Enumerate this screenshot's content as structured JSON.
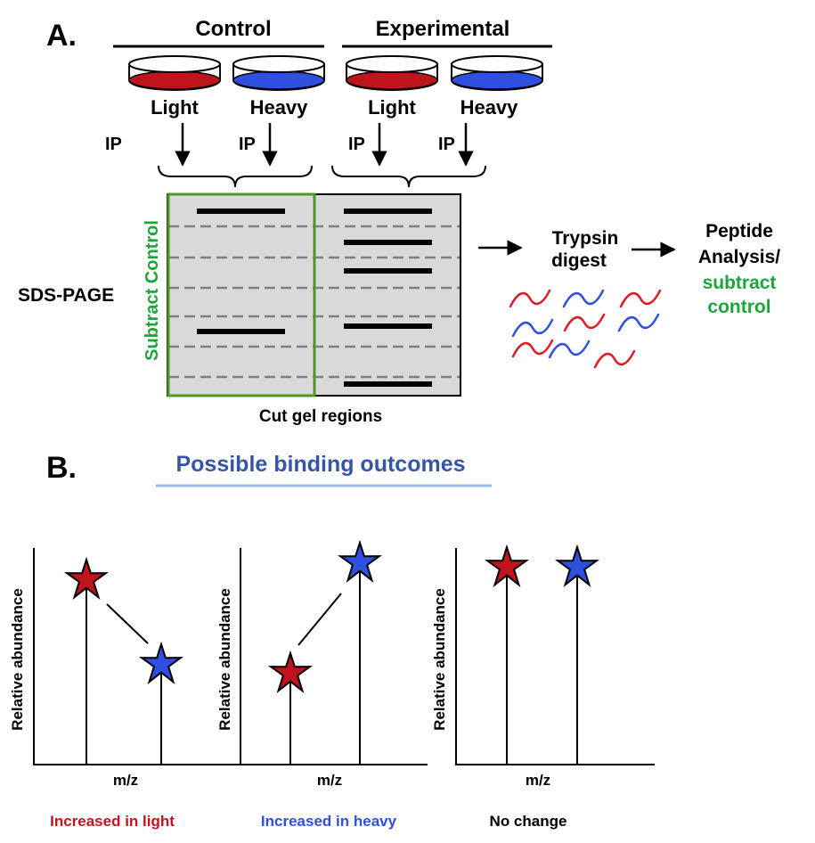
{
  "panel_a": {
    "label": "A.",
    "group_control": "Control",
    "group_experimental": "Experimental",
    "dish_light": "Light",
    "dish_heavy": "Heavy",
    "ip": "IP",
    "sds_page": "SDS-PAGE",
    "subtract_control_vertical": "Subtract Control",
    "cut_gel_regions": "Cut gel regions",
    "trypsin_line1": "Trypsin",
    "trypsin_line2": "digest",
    "peptide_line1": "Peptide",
    "peptide_line2": "Analysis/",
    "peptide_line3": "subtract",
    "peptide_line4": "control"
  },
  "panel_b": {
    "label": "B.",
    "title": "Possible binding outcomes",
    "ylabel": "Relative abundance",
    "xlabel": "m/z",
    "caption_light": "Increased in light",
    "caption_heavy": "Increased in heavy",
    "caption_nochange": "No change"
  },
  "colors": {
    "light_red": "#c0141c",
    "heavy_blue": "#2f4fe0",
    "green": "#1ea43a",
    "gel_gray": "#d9d9d9",
    "title_blue": "#3557a3",
    "underline_blue": "#9ab9dd"
  }
}
